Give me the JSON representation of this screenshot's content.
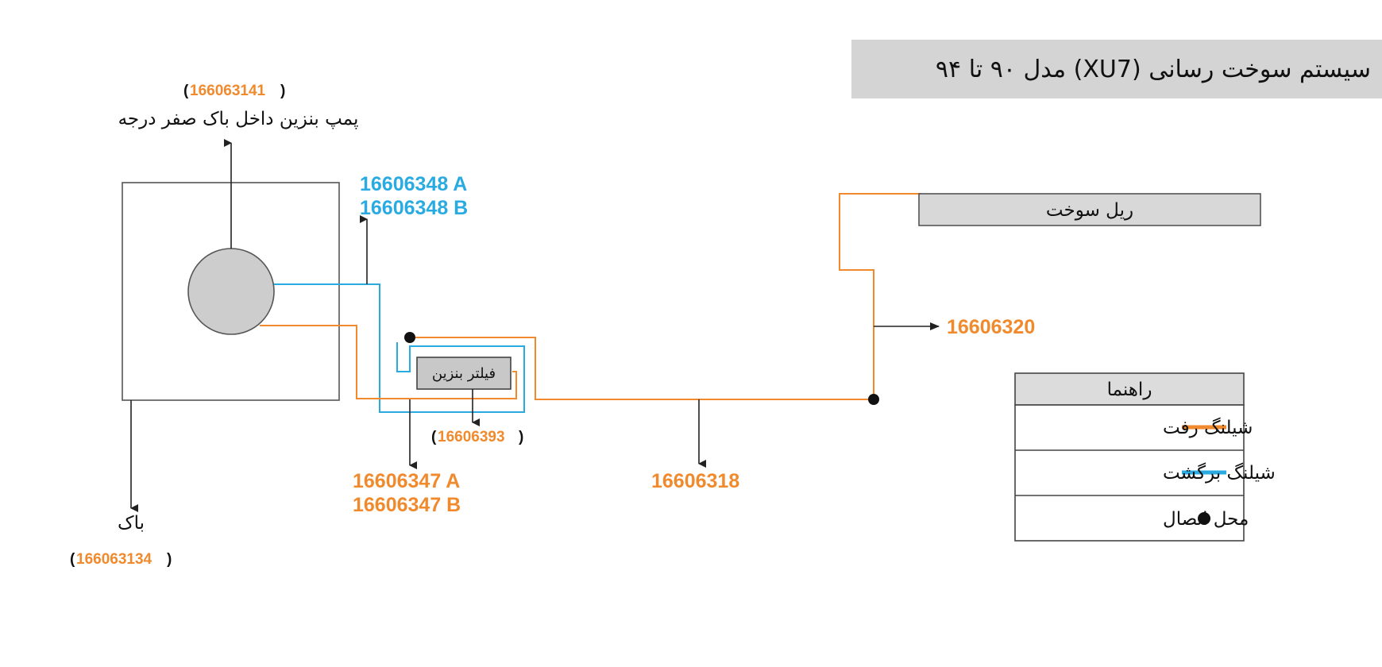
{
  "title": "سیستم سوخت رسانی (XU7) مدل ۹۰ تا ۹۴",
  "pump": {
    "code": "166063141",
    "label": "پمپ بنزین داخل باک صفر درجه"
  },
  "tank": {
    "label": "باک",
    "code": "166063134"
  },
  "return_hose": {
    "code_a": "16606348 A",
    "code_b": "16606348 B"
  },
  "supply_hose": {
    "code_a": "16606347 A",
    "code_b": "16606347 B"
  },
  "filter": {
    "label": "فیلتر بنزین",
    "code": "16606393"
  },
  "main_line_code": "16606318",
  "rail_branch_code": "16606320",
  "fuel_rail": {
    "label": "ریل سوخت"
  },
  "legend": {
    "title": "راهنما",
    "items": [
      {
        "label": "شیلنگ رفت",
        "symbol": "line",
        "color": "#f08a2c"
      },
      {
        "label": "شیلنگ برگشت",
        "symbol": "line",
        "color": "#29abe2"
      },
      {
        "label": "محل اتصال",
        "symbol": "dot",
        "color": "#111111"
      }
    ]
  },
  "colors": {
    "supply": "#f08a2c",
    "return": "#29abe2",
    "title_bg": "#d4d4d4"
  }
}
